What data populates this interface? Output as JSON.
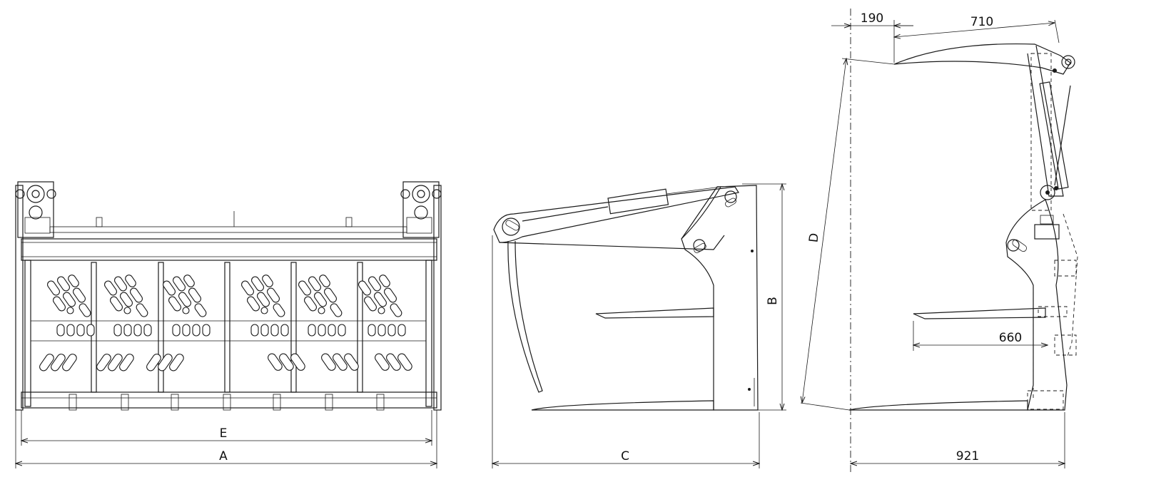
{
  "dimension_labels": {
    "front_width_inner": "E",
    "front_width_outer": "A",
    "side_height": "B",
    "side_depth": "C",
    "open_reach": "D",
    "top_offset": "190",
    "tine_length": "710",
    "floor_tine": "660",
    "open_depth": "921"
  }
}
